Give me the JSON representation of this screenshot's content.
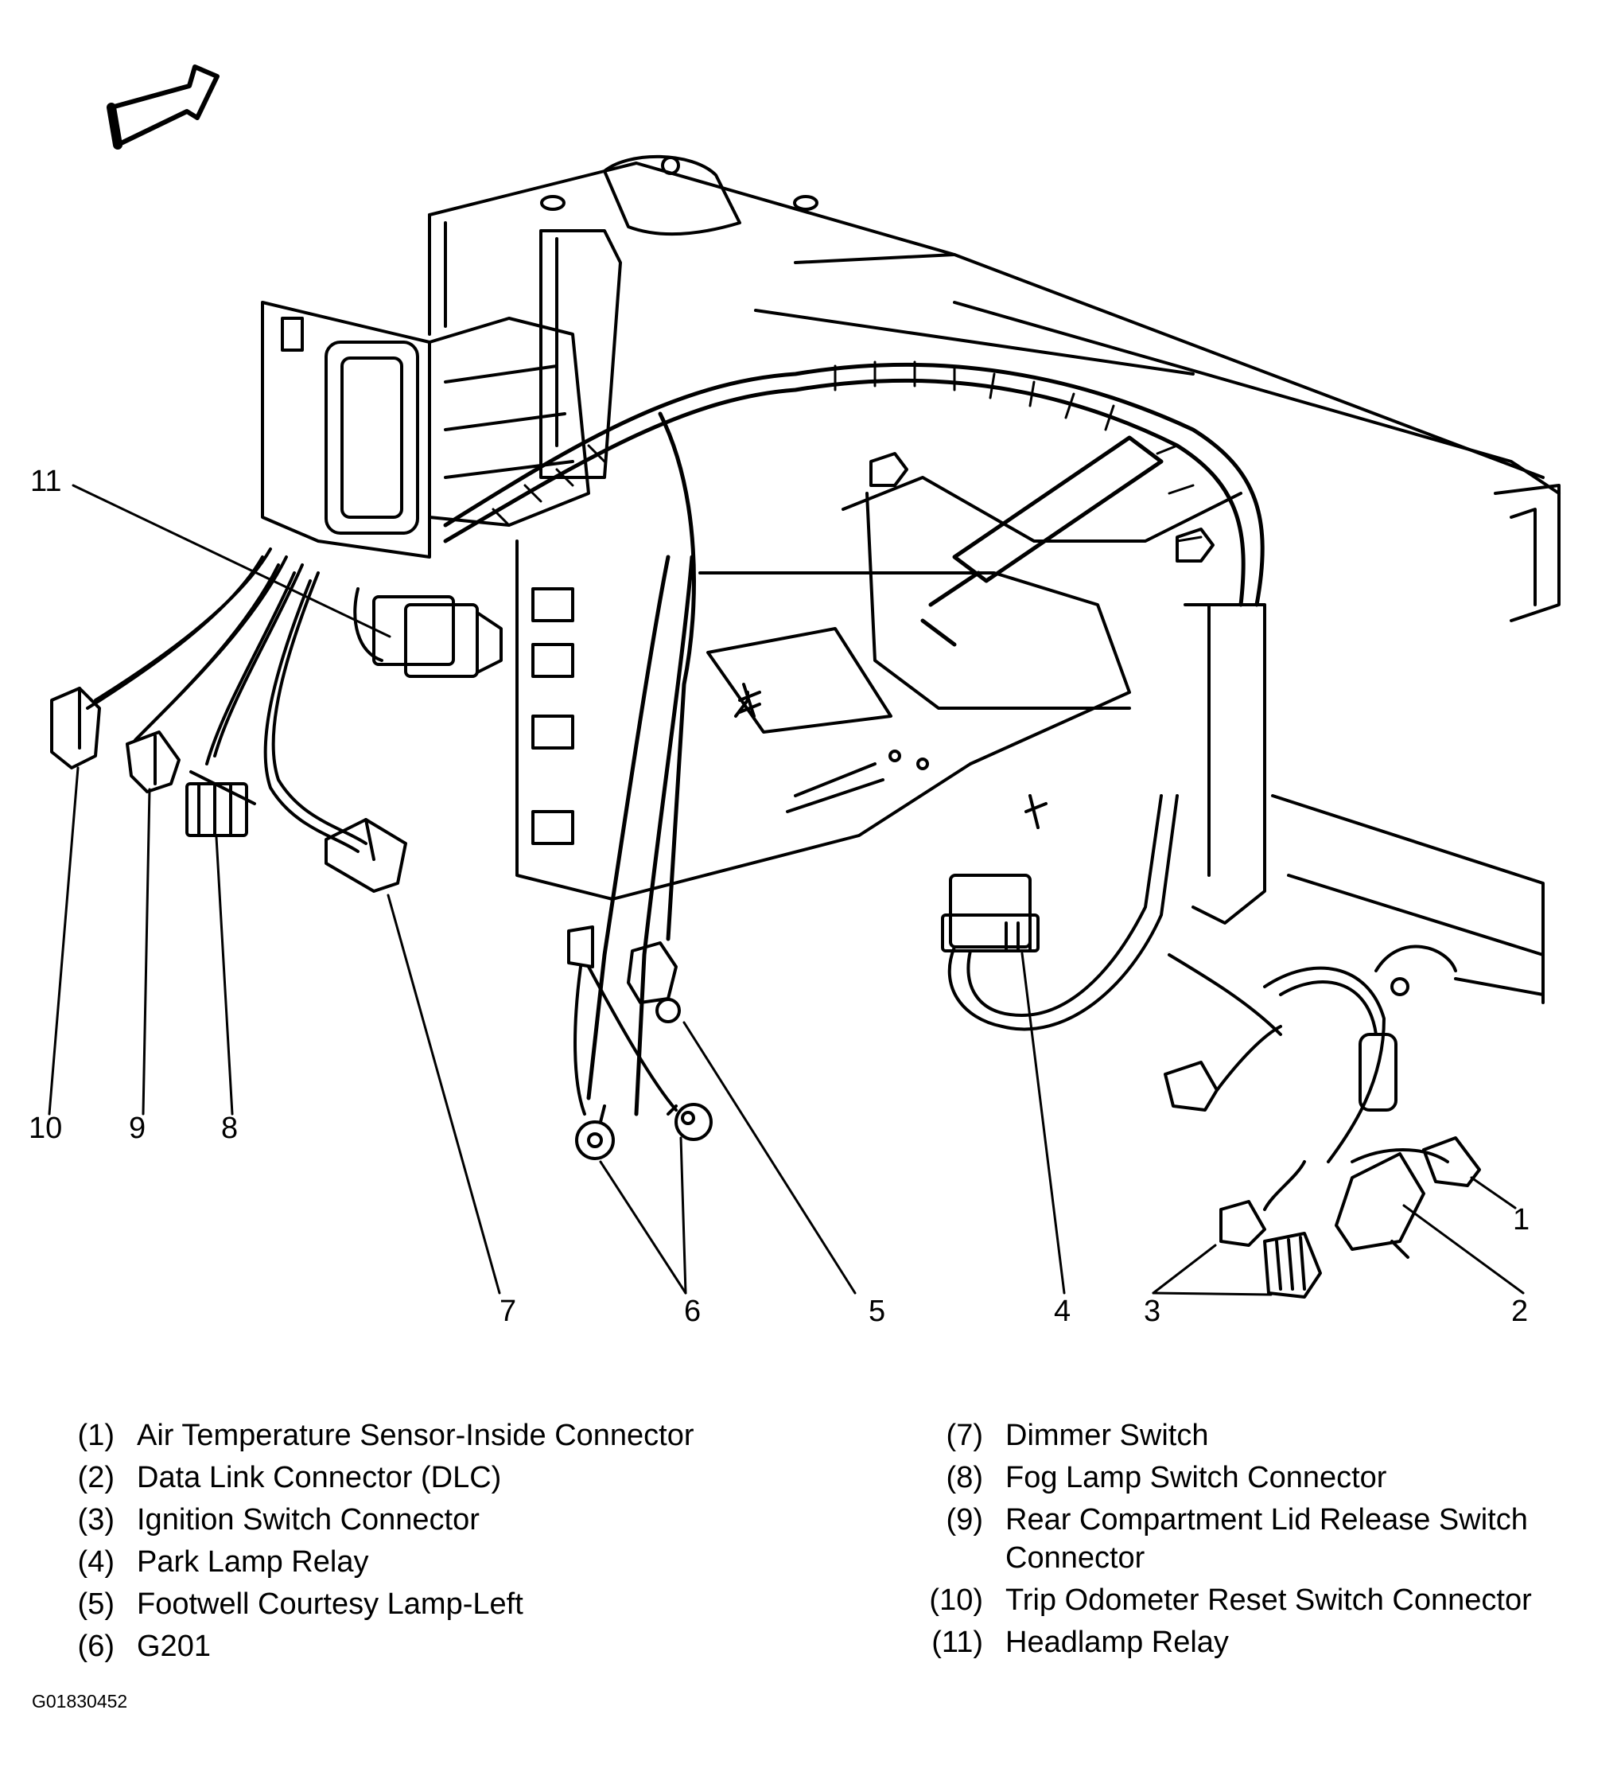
{
  "callouts": {
    "c1": "1",
    "c2": "2",
    "c3": "3",
    "c4": "4",
    "c5": "5",
    "c6": "6",
    "c7": "7",
    "c8": "8",
    "c9": "9",
    "c10": "10",
    "c11": "11"
  },
  "legend": [
    {
      "num": "(1)",
      "text": "Air Temperature Sensor-Inside Connector"
    },
    {
      "num": "(2)",
      "text": "Data Link Connector (DLC)"
    },
    {
      "num": "(3)",
      "text": "Ignition Switch Connector"
    },
    {
      "num": "(4)",
      "text": "Park Lamp Relay"
    },
    {
      "num": "(5)",
      "text": "Footwell Courtesy Lamp-Left"
    },
    {
      "num": "(6)",
      "text": "G201"
    },
    {
      "num": "(7)",
      "text": "Dimmer Switch"
    },
    {
      "num": "(8)",
      "text": "Fog Lamp Switch Connector"
    },
    {
      "num": "(9)",
      "text": "Rear Compartment Lid Release Switch Connector"
    },
    {
      "num": "(10)",
      "text": "Trip Odometer Reset Switch Connector"
    },
    {
      "num": "(11)",
      "text": "Headlamp Relay"
    }
  ],
  "figure_id": "G01830452"
}
